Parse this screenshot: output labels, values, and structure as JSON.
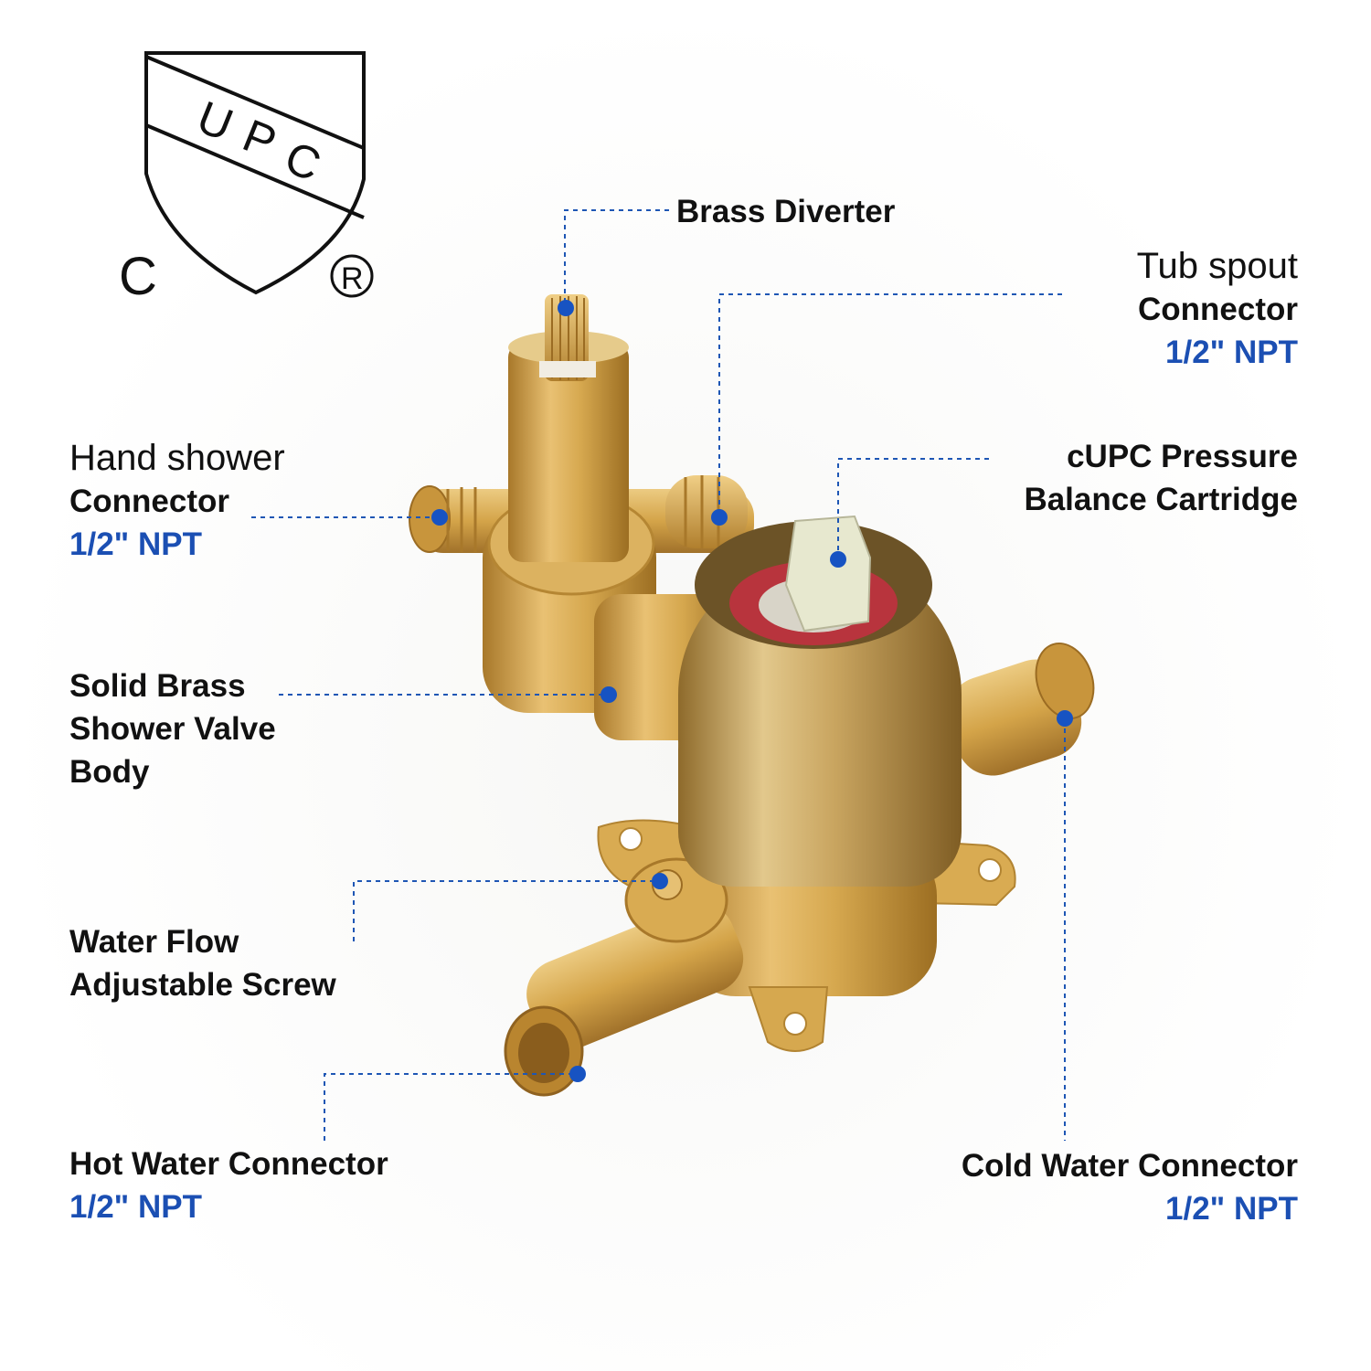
{
  "logo": {
    "text": "UPC",
    "left_letter": "C",
    "registered": "®"
  },
  "colors": {
    "accent": "#1b4fb3",
    "text": "#111111",
    "leader": "#1e56b4",
    "brass": "#c99a3f"
  },
  "labels": {
    "brass_diverter": {
      "line1": "Brass Diverter"
    },
    "tub_spout": {
      "line1": "Tub spout",
      "line2": "Connector",
      "size": "1/2\" NPT"
    },
    "hand_shower": {
      "line1": "Hand shower",
      "line2": "Connector",
      "size": "1/2\" NPT"
    },
    "cartridge": {
      "line1": "cUPC Pressure",
      "line2": "Balance Cartridge"
    },
    "valve_body": {
      "line1": "Solid Brass",
      "line2": "Shower Valve",
      "line3": "Body"
    },
    "flow_screw": {
      "line1": "Water Flow",
      "line2": "Adjustable Screw"
    },
    "hot_water": {
      "line1": "Hot Water Connector",
      "size": "1/2\" NPT"
    },
    "cold_water": {
      "line1": "Cold Water Connector",
      "size": "1/2\" NPT"
    }
  }
}
